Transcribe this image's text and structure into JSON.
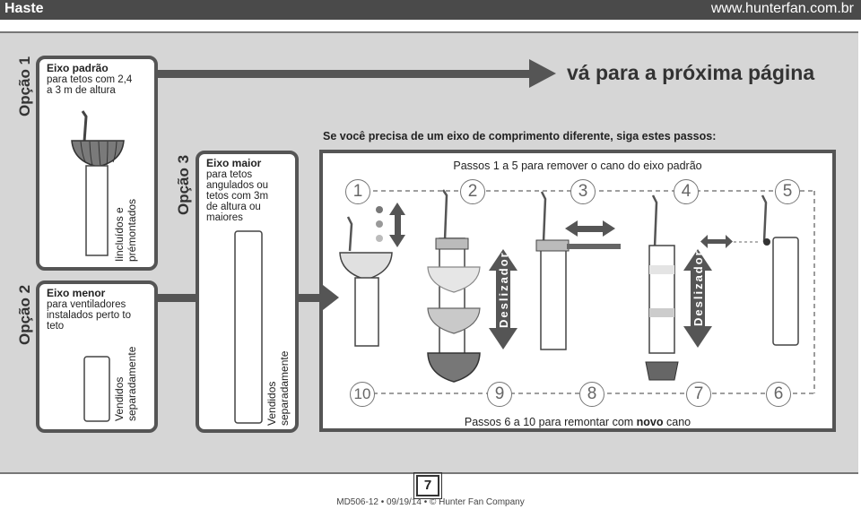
{
  "header": {
    "title": "Haste",
    "url": "www.hunterfan.com.br"
  },
  "option1": {
    "label": "Opção 1",
    "title": "Eixo padrão",
    "desc_line1": "para tetos com 2,4",
    "desc_line2": "a 3 m de altura",
    "note_line1": "Iincluídos e",
    "note_line2": "prémontados"
  },
  "option2": {
    "label": "Opção 2",
    "title": "Eixo menor",
    "desc_line1": "para ventiladores",
    "desc_line2": "instalados perto to",
    "desc_line3": "teto",
    "note_line1": "Vendidos",
    "note_line2": "separadamente"
  },
  "option3": {
    "label": "Opção 3",
    "title": "Eixo maior",
    "desc_line1": "para tetos",
    "desc_line2": "angulados ou",
    "desc_line3": "tetos com 3m",
    "desc_line4": "de altura ou",
    "desc_line5": "maiores",
    "note_line1": "Vendidos",
    "note_line2": "separadamente"
  },
  "next_page": "vá para a próxima página",
  "steps": {
    "heading": "Se você precisa de um eixo de comprimento diferente, siga estes passos:",
    "top_caption": "Passos 1 a 5 para remover o cano do eixo padrão",
    "bottom_before": "Passos 6 a 10 para remontar com ",
    "bottom_bold": "novo",
    "bottom_after": " cano",
    "top_numbers": [
      "1",
      "2",
      "3",
      "4",
      "5"
    ],
    "bottom_numbers": [
      "10",
      "9",
      "8",
      "7",
      "6"
    ],
    "slide_label": "Deslizador"
  },
  "page_number": "7",
  "footer": "MD506-12 • 09/19/14 • © Hunter Fan Company",
  "colors": {
    "header_bg": "#4a4a4a",
    "panel_bg": "#d6d6d6",
    "border": "#555555",
    "arrow": "#555555"
  }
}
